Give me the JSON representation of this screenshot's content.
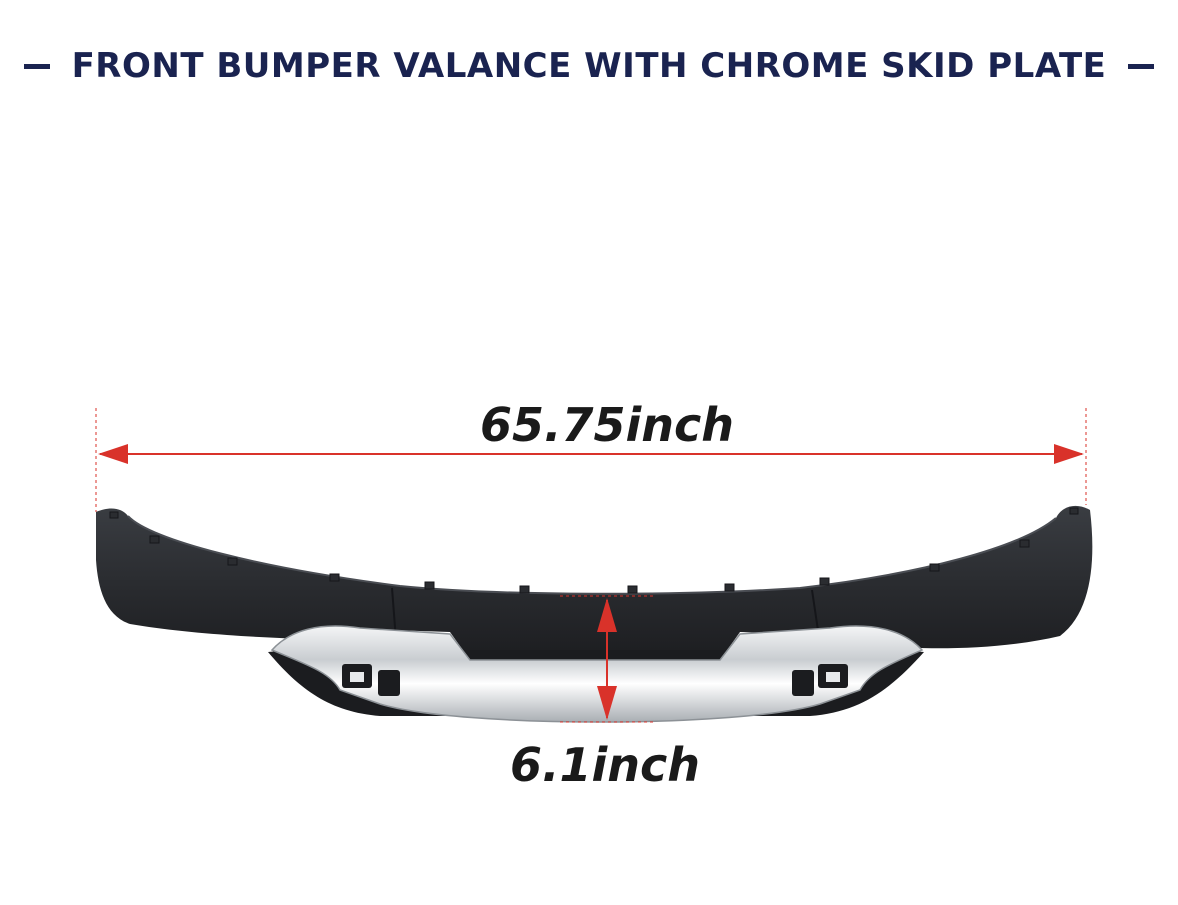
{
  "title": "FRONT BUMPER VALANCE WITH CHROME SKID PLATE",
  "dimensions": {
    "width_label": "65.75inch",
    "height_label": "6.1inch"
  },
  "colors": {
    "title": "#1a2350",
    "arrow": "#d9322a",
    "bumper": "#2b2e33",
    "chrome": "#d9dcdf"
  }
}
